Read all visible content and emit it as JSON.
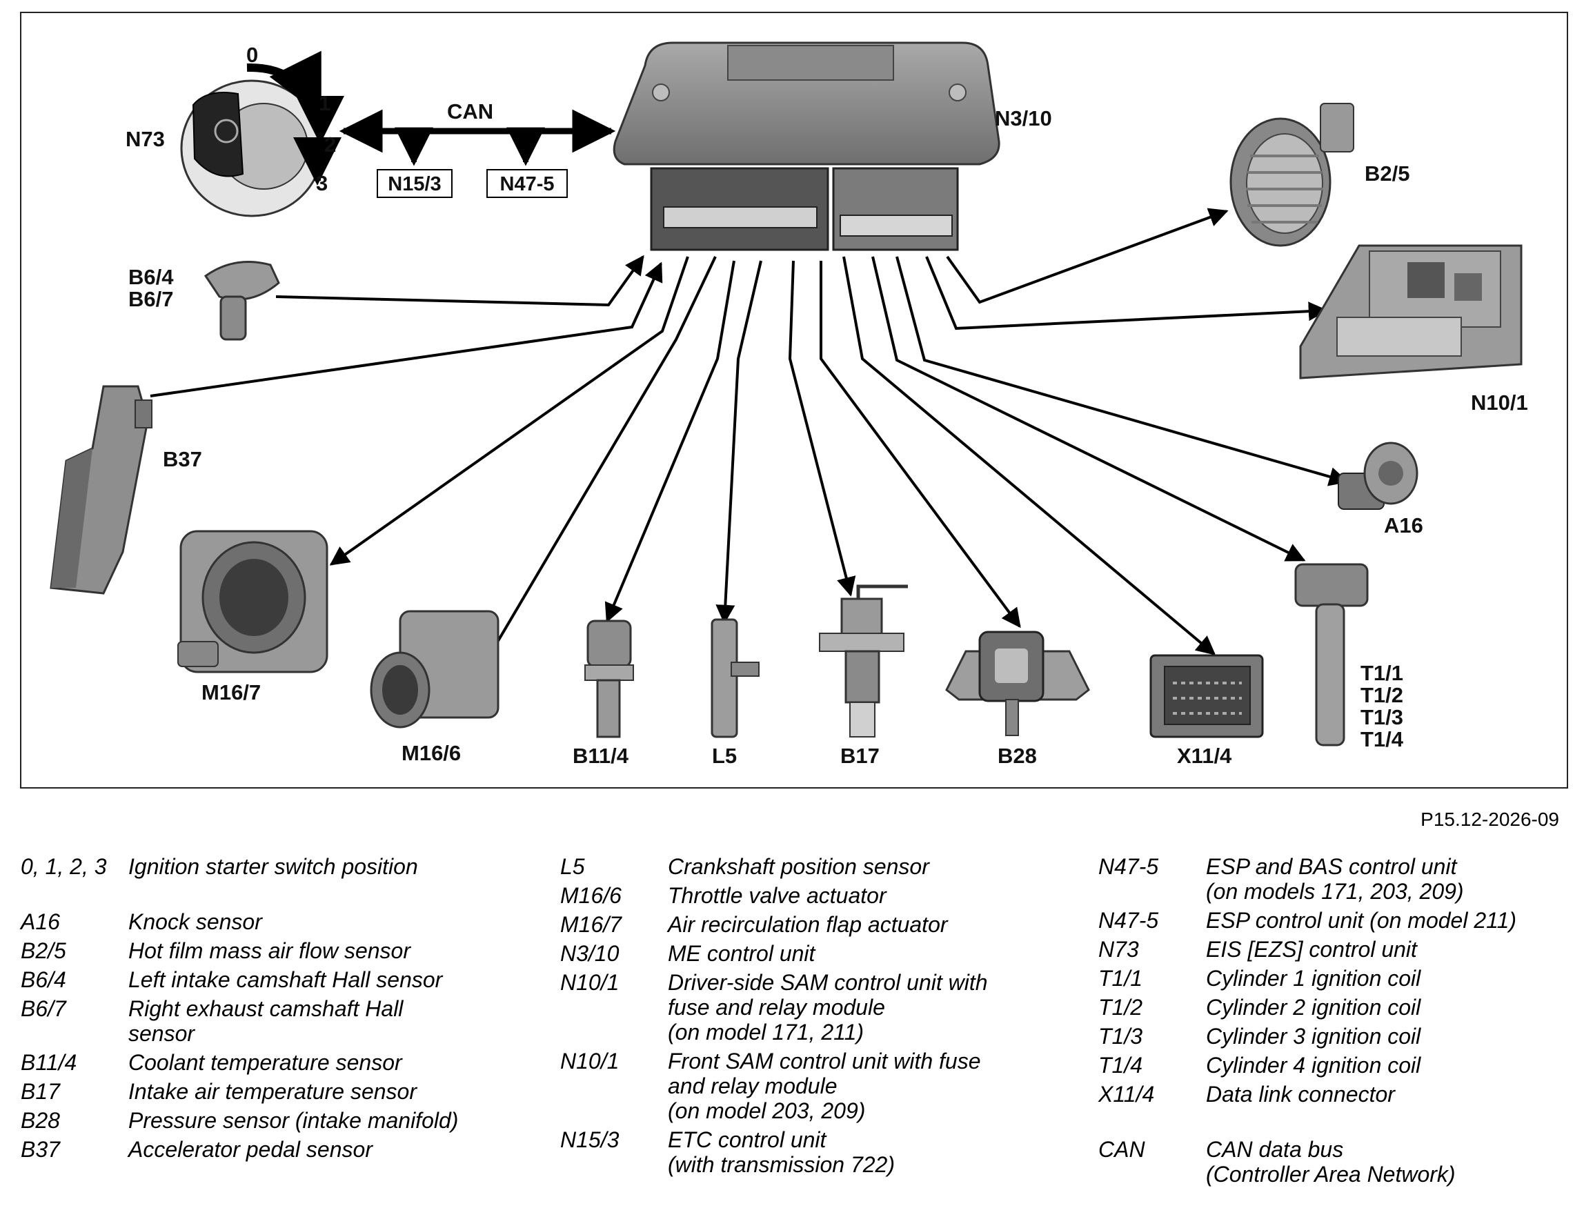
{
  "diagram": {
    "ecu_label": "N3/10",
    "can_label": "CAN",
    "ignition": {
      "label": "N73",
      "positions": [
        "0",
        "1",
        "2",
        "3"
      ]
    },
    "can_targets": [
      "N15/3",
      "N47-5"
    ],
    "components": {
      "b25": "B2/5",
      "n101": "N10/1",
      "a16": "A16",
      "t1": [
        "T1/1",
        "T1/2",
        "T1/3",
        "T1/4"
      ],
      "x114": "X11/4",
      "b28": "B28",
      "b17": "B17",
      "l5": "L5",
      "b114": "B11/4",
      "m166": "M16/6",
      "m167": "M16/7",
      "b37": "B37",
      "b6": [
        "B6/4",
        "B6/7"
      ]
    },
    "colors": {
      "frame": "#222222",
      "arrow": "#000000",
      "ecu": "#8d8d8d",
      "part": "#9a9a9a"
    }
  },
  "reference_code": "P15.12-2026-09",
  "legend": {
    "col1": [
      {
        "code": "0, 1, 2, 3",
        "desc": "Ignition starter switch position",
        "gap": true
      },
      {
        "code": "A16",
        "desc": "Knock sensor"
      },
      {
        "code": "B2/5",
        "desc": "Hot film mass air flow sensor"
      },
      {
        "code": "B6/4",
        "desc": "Left intake camshaft Hall sensor"
      },
      {
        "code": "B6/7",
        "desc": "Right exhaust camshaft Hall\nsensor"
      },
      {
        "code": "B11/4",
        "desc": "Coolant temperature sensor"
      },
      {
        "code": "B17",
        "desc": "Intake air temperature sensor"
      },
      {
        "code": "B28",
        "desc": "Pressure sensor (intake manifold)"
      },
      {
        "code": "B37",
        "desc": "Accelerator pedal sensor"
      }
    ],
    "col2": [
      {
        "code": "L5",
        "desc": "Crankshaft position sensor"
      },
      {
        "code": "M16/6",
        "desc": "Throttle valve actuator"
      },
      {
        "code": "M16/7",
        "desc": "Air recirculation flap actuator"
      },
      {
        "code": "N3/10",
        "desc": "ME control unit"
      },
      {
        "code": "N10/1",
        "desc": "Driver-side SAM control unit with\nfuse and relay module\n(on model 171, 211)"
      },
      {
        "code": "N10/1",
        "desc": "Front SAM control unit with fuse\nand relay module\n(on model 203, 209)"
      },
      {
        "code": "N15/3",
        "desc": "ETC control unit\n(with transmission 722)"
      }
    ],
    "col3": [
      {
        "code": "N47-5",
        "desc": "ESP and BAS control unit\n(on models 171, 203, 209)"
      },
      {
        "code": "N47-5",
        "desc": "ESP control unit (on model 211)"
      },
      {
        "code": "N73",
        "desc": "EIS [EZS] control unit"
      },
      {
        "code": "T1/1",
        "desc": "Cylinder 1 ignition coil"
      },
      {
        "code": "T1/2",
        "desc": "Cylinder 2 ignition coil"
      },
      {
        "code": "T1/3",
        "desc": "Cylinder 3 ignition coil"
      },
      {
        "code": "T1/4",
        "desc": "Cylinder 4 ignition coil"
      },
      {
        "code": "X11/4",
        "desc": "Data link connector",
        "gap": true
      },
      {
        "code": "CAN",
        "desc": "CAN data bus\n(Controller  Area  Network)"
      }
    ]
  }
}
